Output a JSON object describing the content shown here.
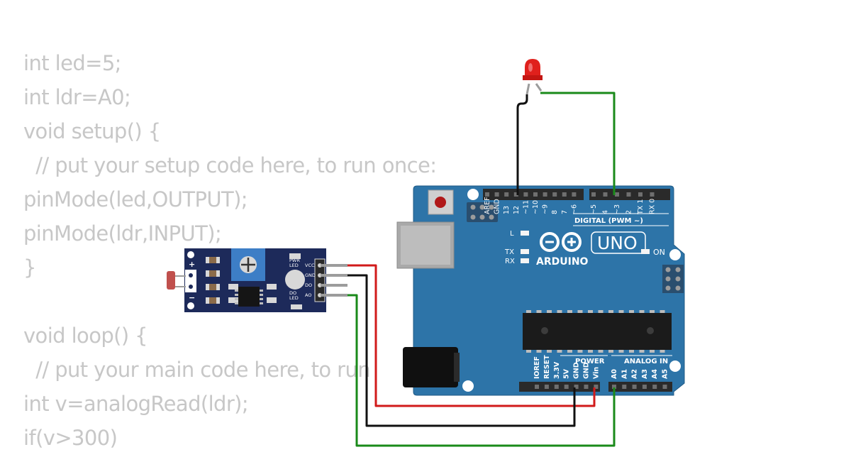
{
  "code": {
    "lines": [
      "int led=5;",
      "int ldr=A0;",
      "void setup() {",
      "  // put your setup code here, to run once:",
      "pinMode(led,OUTPUT);",
      "pinMode(ldr,INPUT);",
      "}",
      "",
      "void loop() {",
      "  // put your main code here, to run",
      "int v=analogRead(ldr);",
      "if(v>300)"
    ]
  },
  "arduino": {
    "model": "UNO",
    "brand": "ARDUINO",
    "board_color": "#2d74a8",
    "on_label": "ON",
    "l_label": "L",
    "tx_label": "TX",
    "rx_label": "RX",
    "digital_label": "DIGITAL (PWM ~)",
    "power_label": "POWER",
    "analog_label": "ANALOG IN",
    "digital_pins": [
      "AREF",
      "GND",
      "13",
      "12",
      "~11",
      "~10",
      "~9",
      "8",
      "7",
      "~6",
      "~5",
      "4",
      "~3",
      "2",
      "TX 1",
      "RX 0"
    ],
    "power_pins": [
      "IOREF",
      "RESET",
      "3.3V",
      "5V",
      "GND",
      "GND",
      "Vin"
    ],
    "analog_pins": [
      "A0",
      "A1",
      "A2",
      "A3",
      "A4",
      "A5"
    ]
  },
  "sensor": {
    "board_color": "#1d2a5a",
    "pins": [
      "VCC",
      "GND",
      "DO",
      "AO"
    ],
    "pwr_led_label": "PWR\nLED",
    "do_led_label": "DO\nLED",
    "plus": "+",
    "minus": "−"
  },
  "wires": {
    "red": "#d11a1a",
    "black": "#111111",
    "green": "#1a8a1a"
  },
  "led": {
    "color": "#e0201c"
  }
}
